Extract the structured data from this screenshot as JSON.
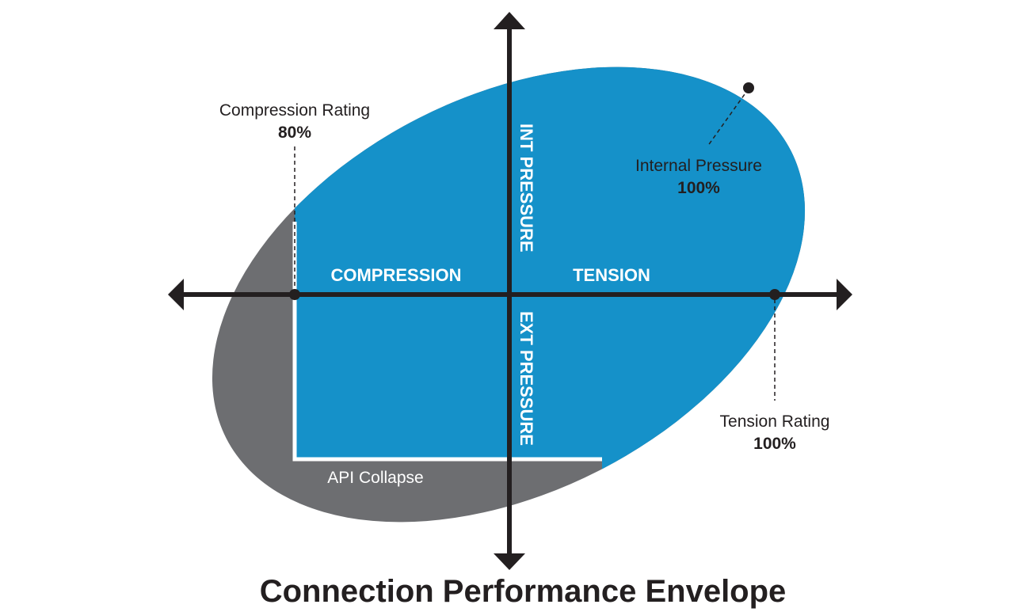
{
  "title": "Connection Performance Envelope",
  "axes": {
    "left_label": "COMPRESSION",
    "right_label": "TENSION",
    "up_label": "INT PRESSURE",
    "down_label": "EXT PRESSURE"
  },
  "annotations": {
    "compression_rating": {
      "label": "Compression Rating",
      "value": "80%"
    },
    "internal_pressure": {
      "label": "Internal Pressure",
      "value": "100%"
    },
    "tension_rating": {
      "label": "Tension Rating",
      "value": "100%"
    },
    "api_collapse": {
      "label": "API Collapse"
    }
  },
  "colors": {
    "envelope_blue": "#1591c9",
    "outer_gray": "#6d6e71",
    "axis": "#231f20",
    "text": "#231f20",
    "on_fill_text": "#ffffff"
  }
}
